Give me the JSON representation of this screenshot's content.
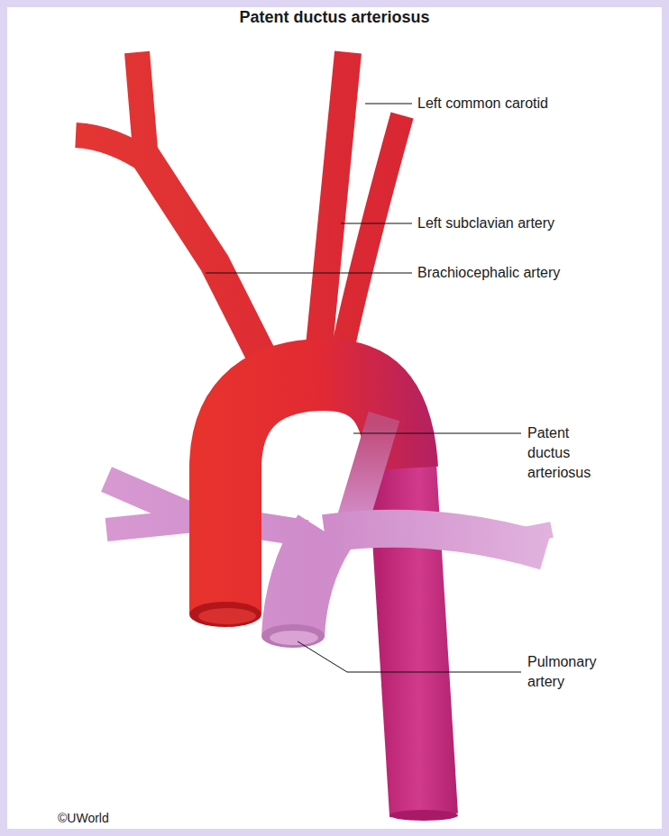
{
  "diagram": {
    "title": "Patent ductus arteriosus",
    "labels": [
      "Left common carotid",
      "Left subclavian artery",
      "Brachiocephalic artery",
      "Patent ductus arteriosus",
      "Pulmonary artery",
      "©UWorld"
    ]
  }
}
